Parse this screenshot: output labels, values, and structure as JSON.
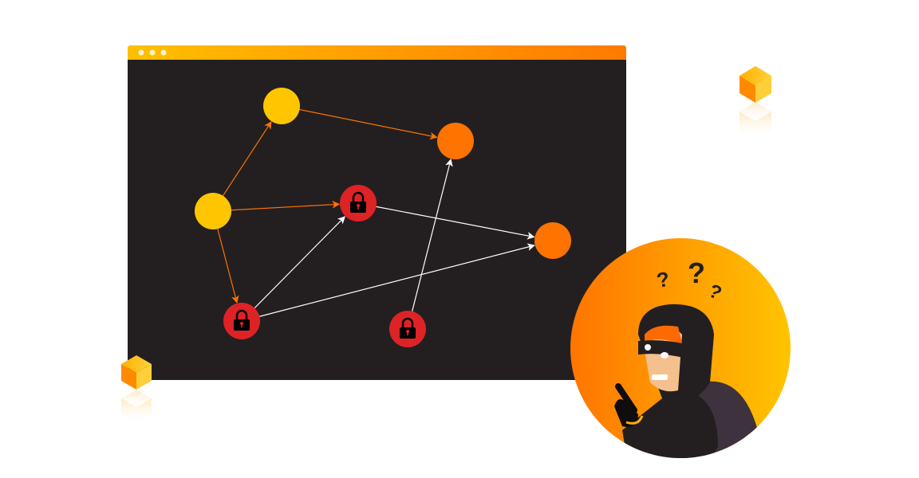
{
  "colors": {
    "window_bg": "#231f20",
    "titlebar_start": "#ffc000",
    "titlebar_end": "#ff7a00",
    "node_yellow": "#ffc600",
    "node_orange": "#ff7300",
    "node_locked": "#dd2326",
    "edge_orange": "#ff7300",
    "edge_white": "#ffffff"
  },
  "graph": {
    "nodes": [
      {
        "id": "a",
        "kind": "yellow"
      },
      {
        "id": "b",
        "kind": "yellow"
      },
      {
        "id": "c",
        "kind": "orange"
      },
      {
        "id": "d",
        "kind": "locked",
        "icon": "lock-icon"
      },
      {
        "id": "e",
        "kind": "orange"
      },
      {
        "id": "f",
        "kind": "locked",
        "icon": "lock-icon"
      },
      {
        "id": "g",
        "kind": "locked",
        "icon": "lock-icon"
      }
    ],
    "edges": [
      {
        "from": "b",
        "to": "a",
        "color": "orange"
      },
      {
        "from": "a",
        "to": "c",
        "color": "orange"
      },
      {
        "from": "b",
        "to": "d",
        "color": "orange"
      },
      {
        "from": "b",
        "to": "f",
        "color": "orange"
      },
      {
        "from": "f",
        "to": "d",
        "color": "white"
      },
      {
        "from": "d",
        "to": "e",
        "color": "white"
      },
      {
        "from": "f",
        "to": "e",
        "color": "white"
      },
      {
        "from": "g",
        "to": "c",
        "color": "white"
      }
    ]
  },
  "illustration": {
    "character": "confused-masked-thief",
    "marks": "question-marks"
  }
}
